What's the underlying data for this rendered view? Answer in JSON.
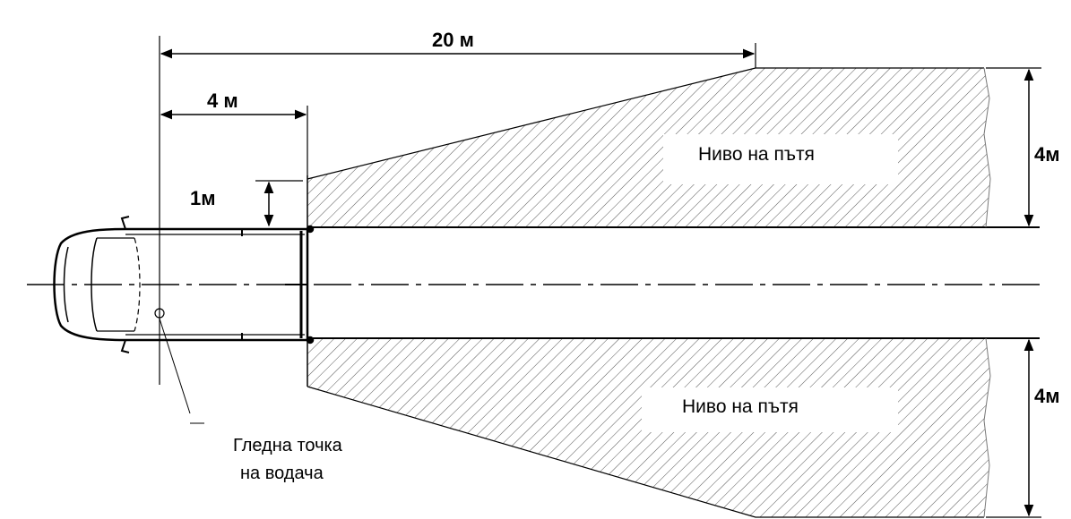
{
  "dimensions": {
    "total_distance": "20 м",
    "near_distance": "4 м",
    "offset_height": "1м",
    "zone_width_top": "4м",
    "zone_width_bottom": "4м"
  },
  "zones": {
    "top_label": "Ниво на пътя",
    "bottom_label": "Ниво на пътя"
  },
  "eye_point": {
    "line1": "Гледна точка",
    "line2": "на водача"
  }
}
